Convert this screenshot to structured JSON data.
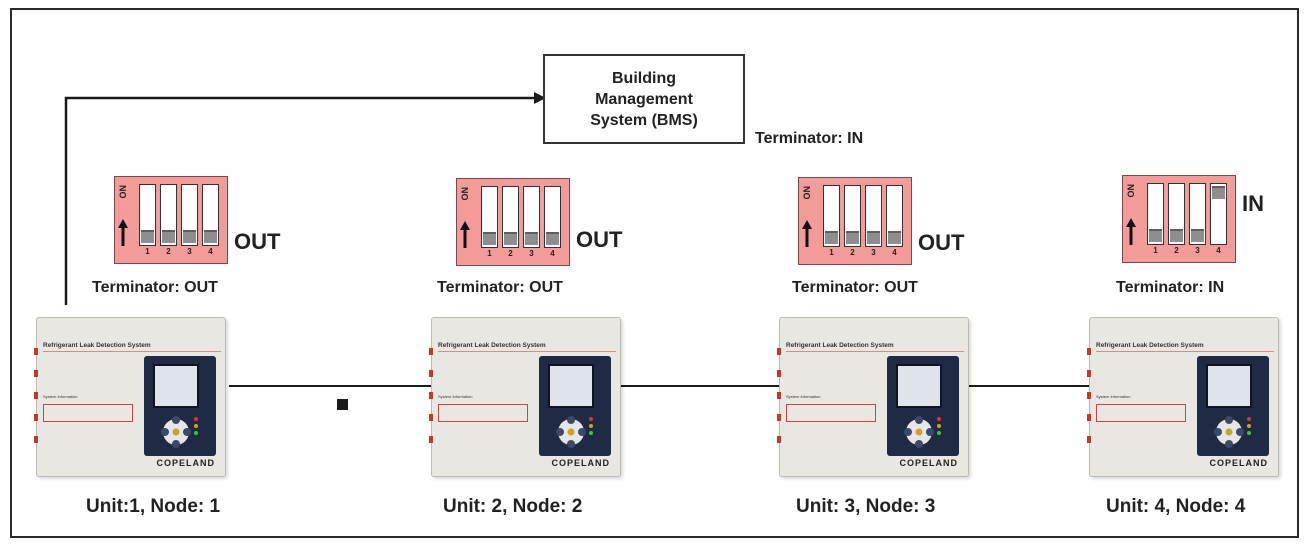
{
  "bms": {
    "label": "Building\nManagement\nSystem (BMS)"
  },
  "bms_terminator": "Terminator: IN",
  "dip_switch": {
    "on_label": "ON",
    "switch_numbers": [
      "1",
      "2",
      "3",
      "4"
    ]
  },
  "nodes": [
    {
      "terminator": "Terminator: OUT",
      "state": "OUT",
      "label": "Unit:1, Node: 1",
      "switch4_on": false
    },
    {
      "terminator": "Terminator: OUT",
      "state": "OUT",
      "label": "Unit: 2, Node: 2",
      "switch4_on": false
    },
    {
      "terminator": "Terminator: OUT",
      "state": "OUT",
      "label": "Unit: 3, Node: 3",
      "switch4_on": false
    },
    {
      "terminator": "Terminator: IN",
      "state": "IN",
      "label": "Unit: 4, Node: 4",
      "switch4_on": true
    }
  ],
  "device": {
    "title": "Refrigerant Leak Detection System",
    "system_info": "System Information",
    "brand": "COPELAND"
  },
  "colors": {
    "dip_body": "#f29b98",
    "panel": "#1f2a44",
    "wire": "#1a1a1a"
  }
}
